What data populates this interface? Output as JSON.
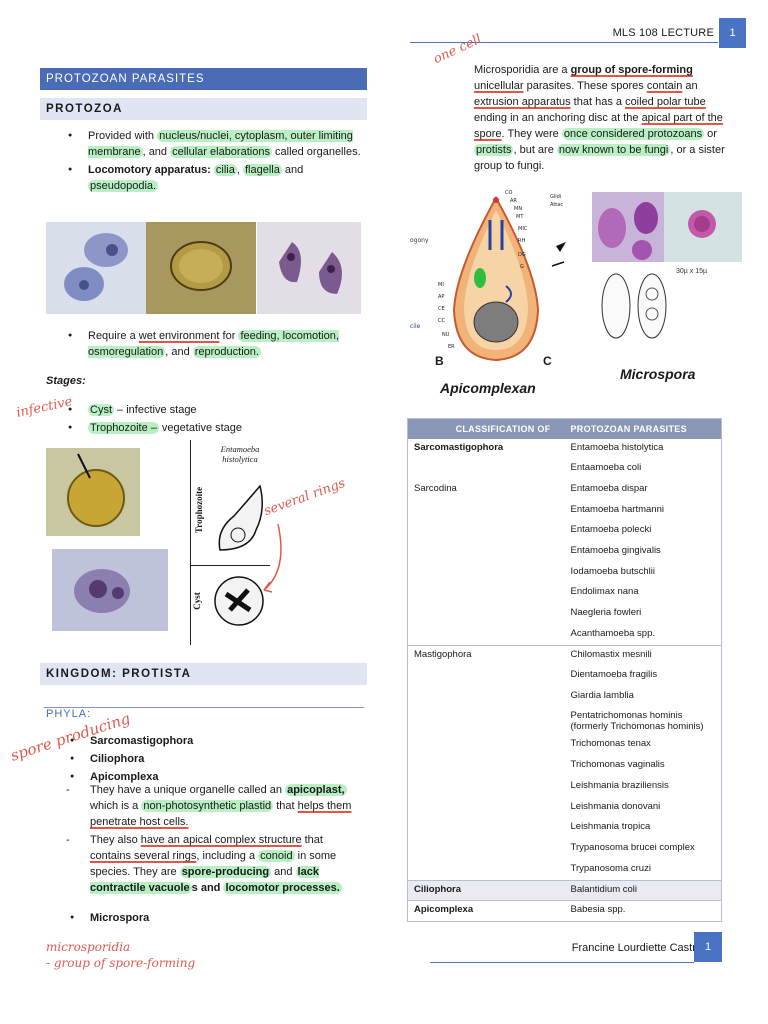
{
  "header": {
    "title": "MLS 108 LECTURE",
    "page": "1"
  },
  "left": {
    "section1_title": "PROTOZOAN PARASITES",
    "section1_sub": "PROTOZOA",
    "bullet1": {
      "a": "Provided with ",
      "b": "nucleus/nuclei, cytoplasm, outer limiting membrane",
      "c": ", and ",
      "d": "cellular elaborations",
      "e": " called organelles."
    },
    "bullet2": {
      "a": "Locomotory apparatus: ",
      "b": "cilia",
      "c": ", ",
      "d": "flagella",
      "e": " and ",
      "f": "pseudopodia."
    },
    "bullet3": {
      "a": "Require a ",
      "b": "wet environment",
      "c": " for ",
      "d": "feeding, locomotion, osmoregulation",
      "e": ", and ",
      "f": "reproduction."
    },
    "stages_label": "Stages:",
    "stage1": {
      "a": "Cyst",
      "b": " – infective stage"
    },
    "stage2": {
      "a": "Trophozoite –",
      "b": " vegetative stage"
    },
    "diagram": {
      "title": "Entamoeba histolytica",
      "label_top": "Trophozoite",
      "label_bottom": "Cyst"
    },
    "section2_title": "KINGDOM: PROTISTA",
    "phyla_label": "PHYLA:",
    "phyla": [
      "Sarcomastigophora",
      "Ciliophora",
      "Apicomplexa"
    ],
    "dash1": {
      "a": "They have a unique organelle called an ",
      "b": "apicoplast,",
      "c": " which is a ",
      "d": "non-photosynthetic plastid",
      "e": " that ",
      "f": "helps them penetrate host cells."
    },
    "dash2": {
      "a": "They also ",
      "b": "have an apical complex structure",
      "c": " that ",
      "d": "contains several rings",
      "e": ", including a ",
      "f": "conoid",
      "g": " in some species. They are ",
      "h": "spore-producing",
      "i": " and ",
      "j": "lack contractile vacuole",
      "k": "s and ",
      "l": "locomotor processes."
    },
    "phylum4": "Microspora"
  },
  "right": {
    "para": {
      "a": "Microsporidia are a ",
      "b": "group of spore-forming",
      "c": " unicellular",
      "d": " parasites. These spores ",
      "e": "contain",
      "f": " an ",
      "g": "extrusion apparatus",
      "h": " that has a ",
      "i": "coiled polar tube",
      "j": " ending in an anchoring disc at the ",
      "k": "apical part of the spore",
      "l": ". They were ",
      "m": "once considered protozoans",
      "n": " or ",
      "o": "protists",
      "p": ", but are ",
      "q": "now known to be fungi",
      "r": ", or a sister group to fungi."
    },
    "fig_caption_left": "Apicomplexan",
    "fig_caption_right": "Microspora",
    "fig_letter_b": "B",
    "fig_letter_c": "C",
    "fig_small": [
      "ogony",
      "cile"
    ],
    "fig_labels": [
      "CO",
      "AR",
      "MN",
      "MT",
      "MIC",
      "RH",
      "DG",
      "G",
      "MI",
      "AP",
      "CE",
      "CC",
      "NU",
      "ER"
    ],
    "fig_side": [
      "Glidi",
      "Attac"
    ],
    "fig_scale": "30µ x 15µ"
  },
  "table": {
    "headers": [
      "CLASSIFICATION OF",
      "PROTOZOAN PARASITES"
    ],
    "groups": [
      {
        "rows": [
          {
            "cls": "Sarcomastigophora",
            "bold": true,
            "name": "Entamoeba histolytica"
          },
          {
            "cls": "",
            "name": "Entaamoeba coli"
          },
          {
            "cls": "Sarcodina",
            "name": "Entamoeba dispar"
          },
          {
            "cls": "",
            "name": "Entamoeba hartmanni"
          },
          {
            "cls": "",
            "name": "Entamoeba polecki"
          },
          {
            "cls": "",
            "name": "Entamoeba gingivalis"
          },
          {
            "cls": "",
            "name": "Iodamoeba butschlii"
          },
          {
            "cls": "",
            "name": "Endolimax nana"
          },
          {
            "cls": "",
            "name": "Naegleria fowleri"
          },
          {
            "cls": "",
            "name": "Acanthamoeba spp."
          }
        ]
      },
      {
        "rows": [
          {
            "cls": "Mastigophora",
            "name": "Chilomastix mesnili"
          },
          {
            "cls": "",
            "name": "Dientamoeba fragilis"
          },
          {
            "cls": "",
            "name": "Giardia lamblia"
          },
          {
            "cls": "",
            "name": "Pentatrichomonas hominis (formerly Trichomonas hominis)"
          },
          {
            "cls": "",
            "name": "Trichomonas tenax"
          },
          {
            "cls": "",
            "name": "Trichomonas vaginalis"
          },
          {
            "cls": "",
            "name": "Leishmania braziliensis"
          },
          {
            "cls": "",
            "name": "Leishmania donovani"
          },
          {
            "cls": "",
            "name": "Leishmania tropica"
          },
          {
            "cls": "",
            "name": "Trypanosoma brucei complex"
          },
          {
            "cls": "",
            "name": "Trypanosoma cruzi"
          }
        ]
      },
      {
        "rows": [
          {
            "cls": "Ciliophora",
            "bold": true,
            "name": "Balantidium coli"
          }
        ]
      },
      {
        "rows": [
          {
            "cls": "Apicomplexa",
            "bold": true,
            "name": "Babesia spp."
          }
        ]
      }
    ]
  },
  "notes": {
    "one_cell": "one cell",
    "infective": "infective",
    "several_rings": "several rings",
    "spore_producing": "spore producing",
    "micro1": "microsporidia",
    "micro2": "- group of spore-forming"
  },
  "footer": {
    "name": "Francine Lourdiette Castro",
    "page": "1"
  }
}
